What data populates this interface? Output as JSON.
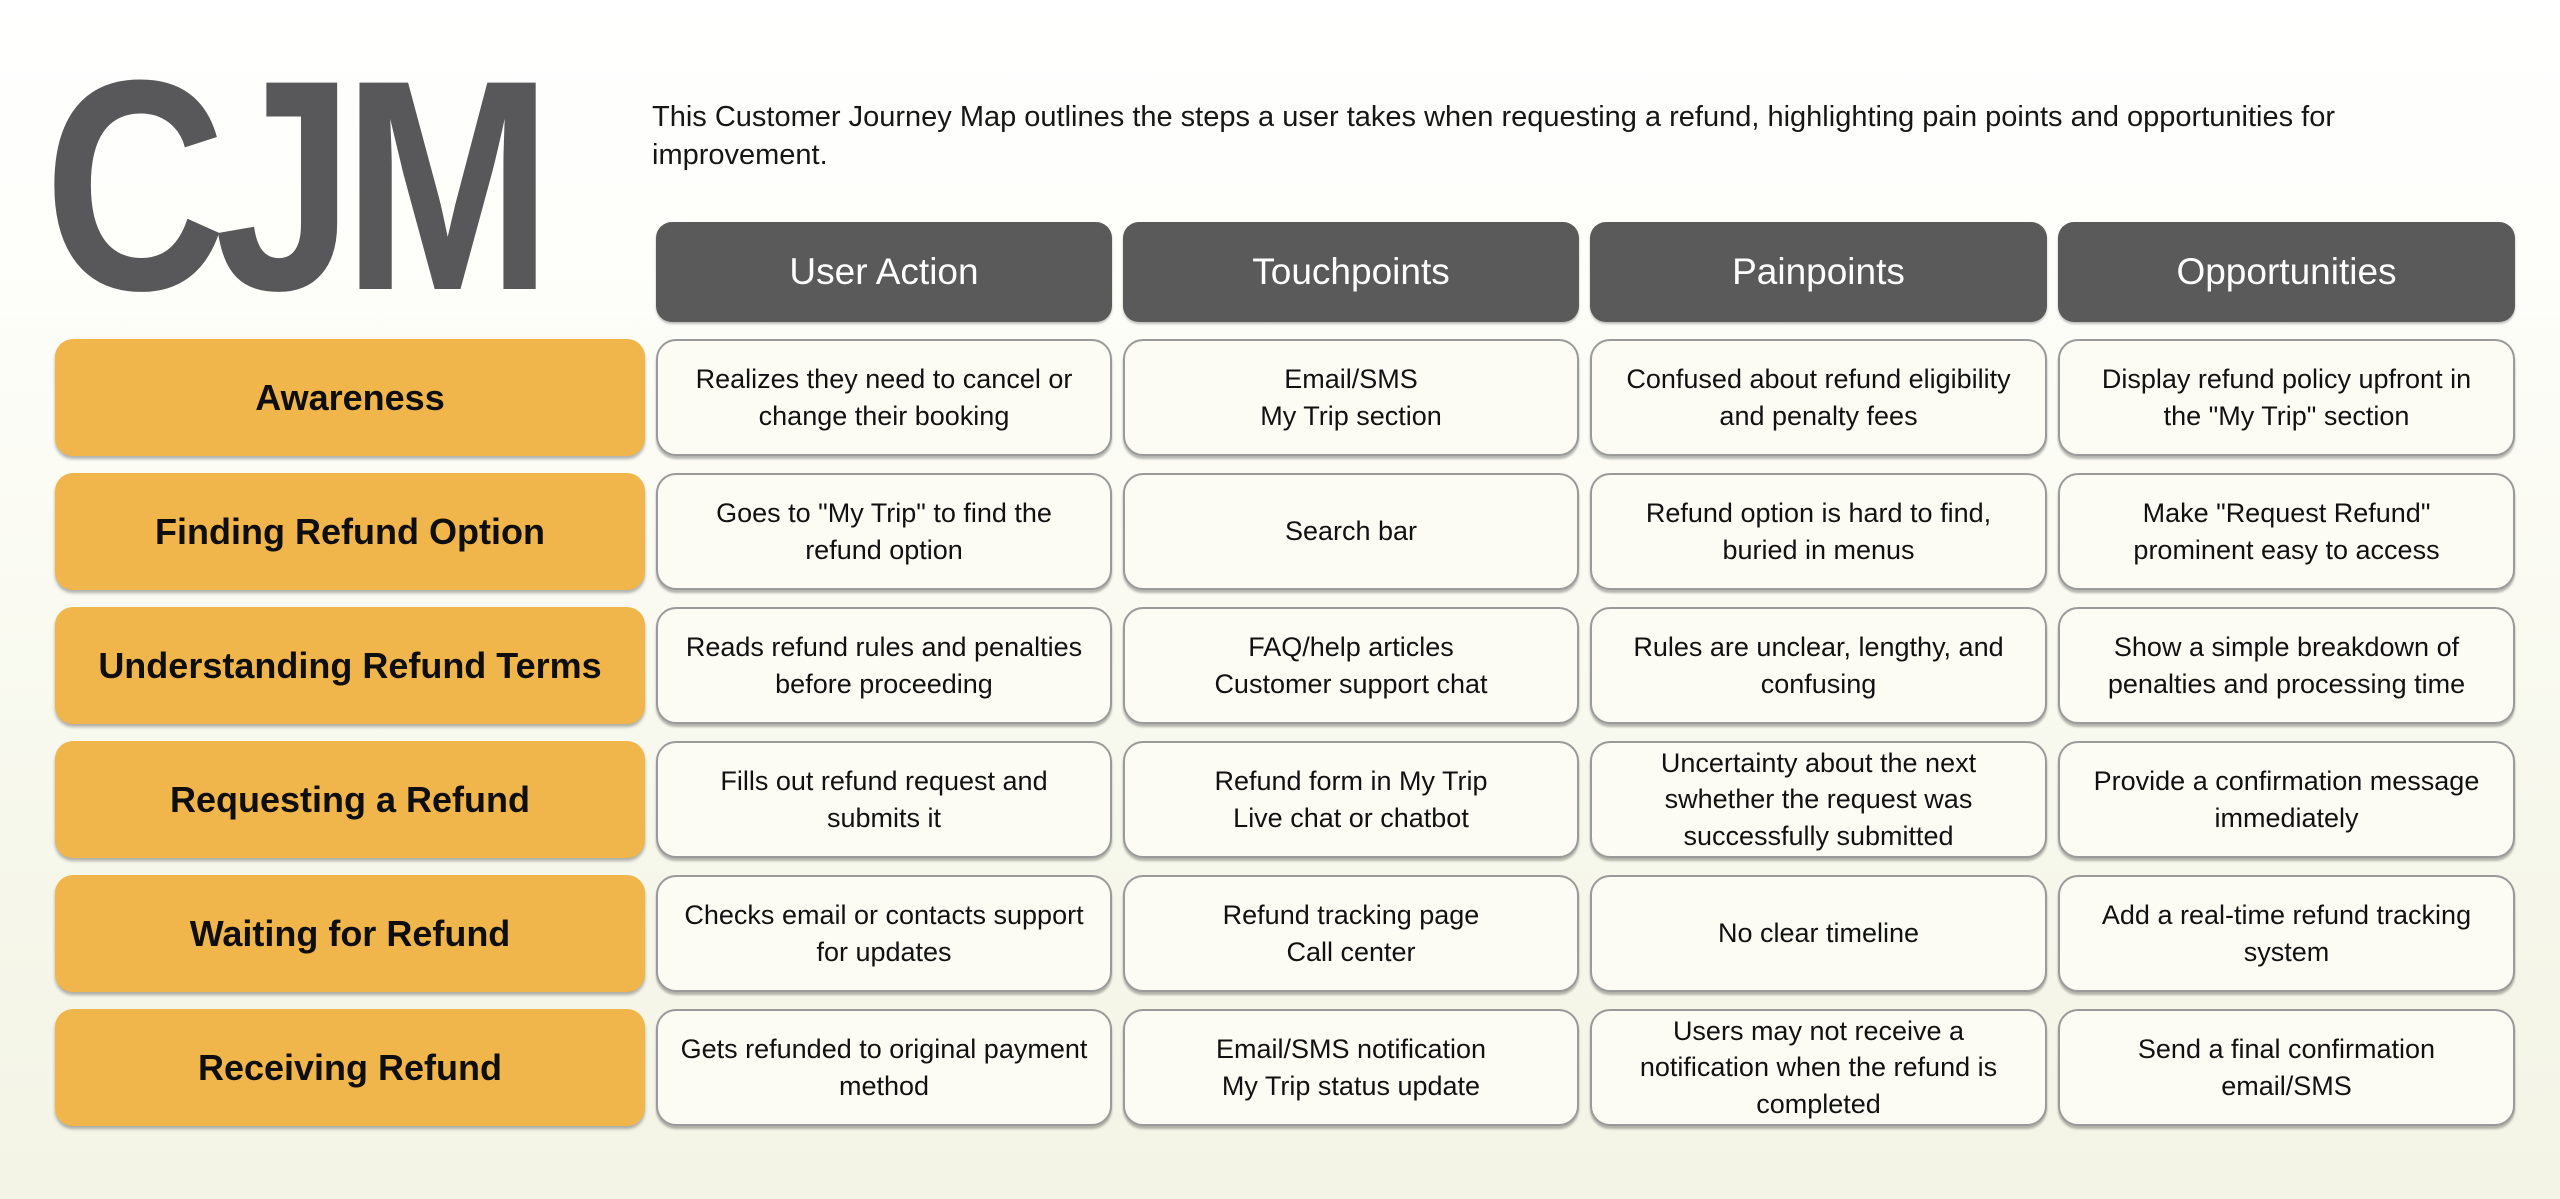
{
  "title_block": {
    "logo": "CJM",
    "description": "This Customer Journey Map outlines the steps a user takes when requesting a refund, highlighting pain points and opportunities for\nimprovement."
  },
  "table": {
    "column_headers": [
      "User Action",
      "Touchpoints",
      "Painpoints",
      "Opportunities"
    ],
    "rows": [
      {
        "stage": "Awareness",
        "user_action": "Realizes they need to cancel or change their booking",
        "touchpoints": "Email/SMS\nMy Trip section",
        "painpoints": "Confused about refund eligibility and penalty fees",
        "opportunities": "Display refund policy upfront in the \"My Trip\" section"
      },
      {
        "stage": "Finding Refund Option",
        "user_action": "Goes to \"My Trip\" to find the refund option",
        "touchpoints": "Search bar",
        "painpoints": "Refund option is hard to find, buried in menus",
        "opportunities": "Make \"Request Refund\" prominent easy to access"
      },
      {
        "stage": "Understanding Refund Terms",
        "user_action": "Reads refund rules and penalties before proceeding",
        "touchpoints": "FAQ/help articles\nCustomer support chat",
        "painpoints": "Rules are unclear, lengthy, and confusing",
        "opportunities": "Show a simple breakdown of penalties and processing time"
      },
      {
        "stage": "Requesting a Refund",
        "user_action": "Fills out refund request and submits it",
        "touchpoints": "Refund form in My Trip\nLive chat or chatbot",
        "painpoints": "Uncertainty about the next swhether the request was successfully submitted",
        "opportunities": "Provide a confirmation message immediately"
      },
      {
        "stage": "Waiting for Refund",
        "user_action": "Checks email or contacts support for updates",
        "touchpoints": "Refund tracking page\nCall center",
        "painpoints": "No clear timeline",
        "opportunities": "Add a real-time refund tracking system"
      },
      {
        "stage": "Receiving Refund",
        "user_action": "Gets refunded to original payment method",
        "touchpoints": "Email/SMS notification\nMy Trip status update",
        "painpoints": "Users may not receive a notification when the refund is completed",
        "opportunities": "Send a final confirmation email/SMS"
      }
    ]
  },
  "colors": {
    "stage_fill": "#F1B64B",
    "header_fill": "#5A5A5A",
    "card_fill": "#FCFCF5",
    "card_border": "#9A9A9A",
    "logo_color": "#58585A",
    "background_bottom": "#F3F4E6"
  }
}
